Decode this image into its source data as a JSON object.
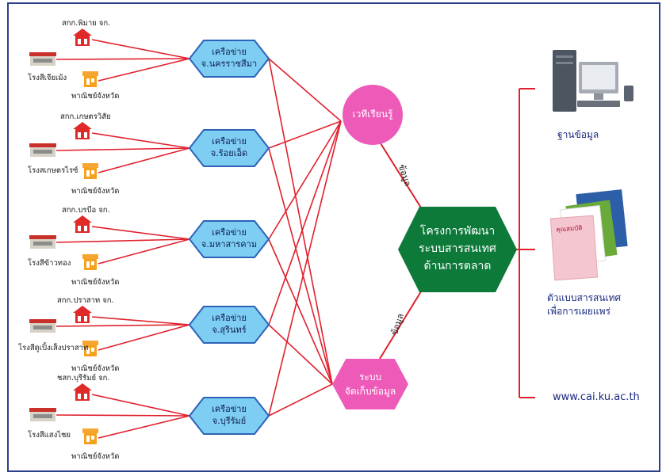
{
  "networks": [
    {
      "label_line1": "เครือข่าย",
      "label_line2": "จ.นครราชสีมา",
      "coop": "สกก.พิมาย จก.",
      "mill": "โรงสีเจียเม้ง",
      "commerce": "พาณิชย์จังหวัด"
    },
    {
      "label_line1": "เครือข่าย",
      "label_line2": "จ.ร้อยเอ็ด",
      "coop": "สกก.เกษตรวิสัย",
      "mill": "โรงสเกษตรไรซ์",
      "commerce": "พาณิชย์จังหวัด"
    },
    {
      "label_line1": "เครือข่าย",
      "label_line2": "จ.มหาสารคาม",
      "coop": "สกก.บรบือ จก.",
      "mill": "โรงสีข้าวทอง",
      "commerce": "พาณิชย์จังหวัด"
    },
    {
      "label_line1": "เครือข่าย",
      "label_line2": "จ.สุรินทร์",
      "coop": "สกก.ปราสาท จก.",
      "mill": "โรงสีดูเปิ้งเส็งปราสาท",
      "commerce": "พาณิชย์จังหวัด"
    },
    {
      "label_line1": "เครือข่าย",
      "label_line2": "จ.บุรีรัมย์",
      "coop": "ชสก.บุรีรัมย์ จก.",
      "mill": "โรงสีแสงไชย",
      "commerce": "พาณิชย์จังหวัด"
    }
  ],
  "forum": {
    "label": "เวทีเรียนรู้"
  },
  "storage": {
    "line1": "ระบบ",
    "line2": "จัดเก็บข้อมูล"
  },
  "project": {
    "line1": "โครงการพัฒนา",
    "line2": "ระบบสารสนเทศ",
    "line3": "ด้านการตลาด"
  },
  "data_label_top": "ข้อมูล",
  "data_label_bottom": "ข้อมูล",
  "outputs": {
    "database": "ฐานข้อมูล",
    "model_line1": "ตัวแบบสารสนเทศ",
    "model_line2": "เพื่อการเผยแพร่",
    "booklet_text": "คุณสมบัติ",
    "website": "www.cai.ku.ac.th"
  },
  "colors": {
    "link": "#e0202c",
    "network_hex": "#7ecdf2",
    "network_border": "#2c63b8",
    "pink": "#ee5ab8",
    "project": "#0d7a3a",
    "frame": "#2d3e8a",
    "house_red": "#e02a2a",
    "house_orange": "#f4a11d"
  }
}
